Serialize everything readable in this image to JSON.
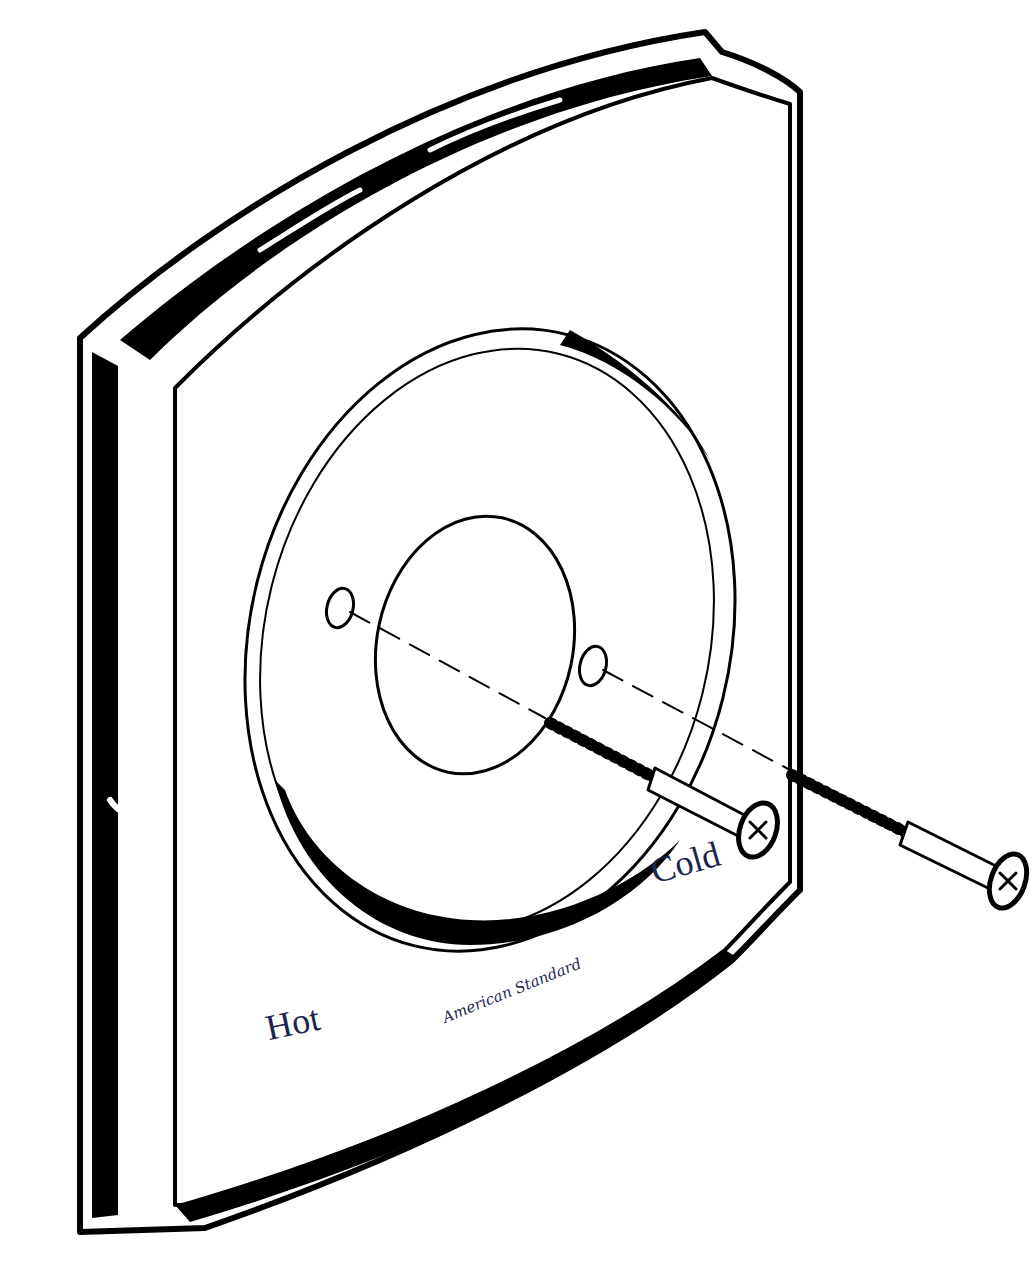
{
  "diagram": {
    "labels": [
      "Hot",
      "Cold",
      "American Standard"
    ]
  }
}
